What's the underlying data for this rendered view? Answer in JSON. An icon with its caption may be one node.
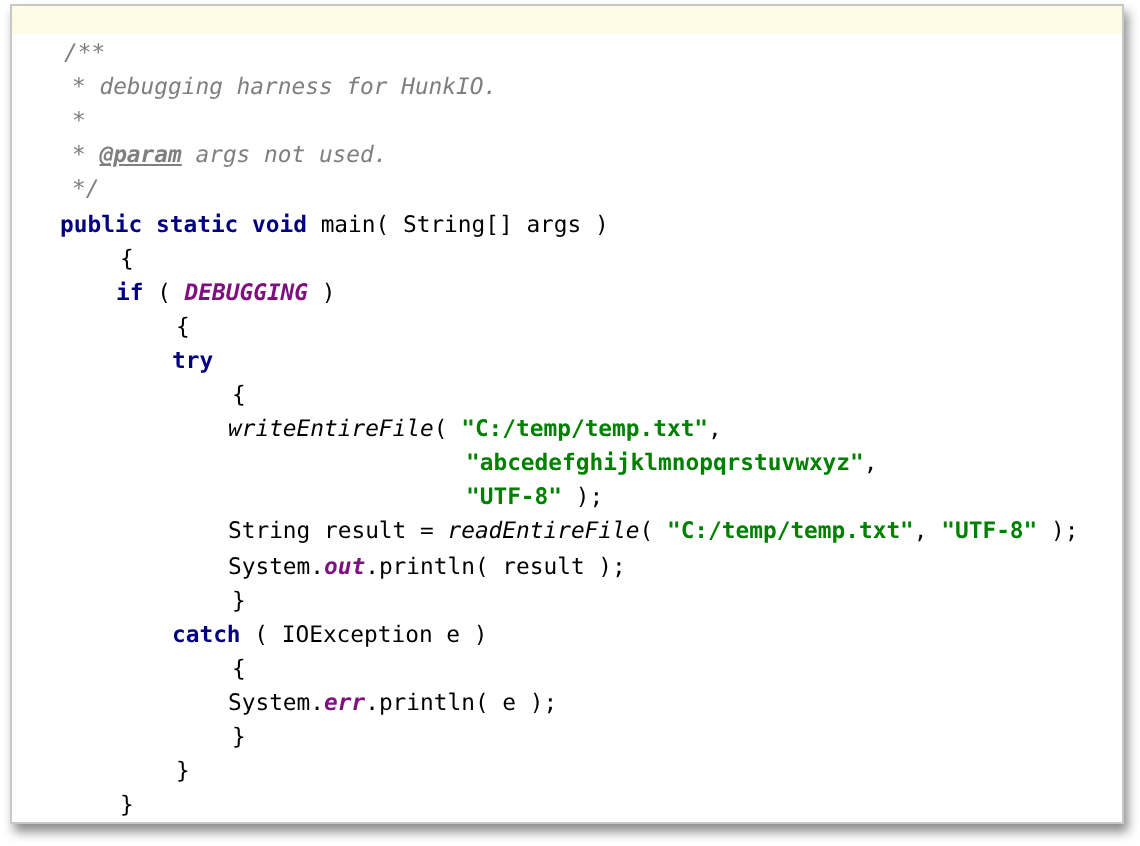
{
  "diagram": {
    "labels": [
      "/**",
      "* debugging harness for HunkIO.",
      "*",
      "* **@param** args not used.",
      "*/",
      "**public** **static** **void** main( String[] args )",
      "{",
      "**if** ( **DEBUGGING** )",
      "{",
      "**try**",
      "{",
      "*writeEntireFile*( **\"C:/temp/temp.txt\"**,",
      "**\"abcedefghijklmnopqrstuvwxyz\"**,",
      "**\"UTF-8\"** );",
      "String result = *readEntireFile*( **\"C:/temp/temp.txt\"**, **\"UTF-8\"** );",
      "System.**out**.println( result );",
      "}",
      "**catch** ( IOException e )",
      "{",
      "System.**err**.println( e );",
      "}",
      "}",
      "}"
    ]
  }
}
